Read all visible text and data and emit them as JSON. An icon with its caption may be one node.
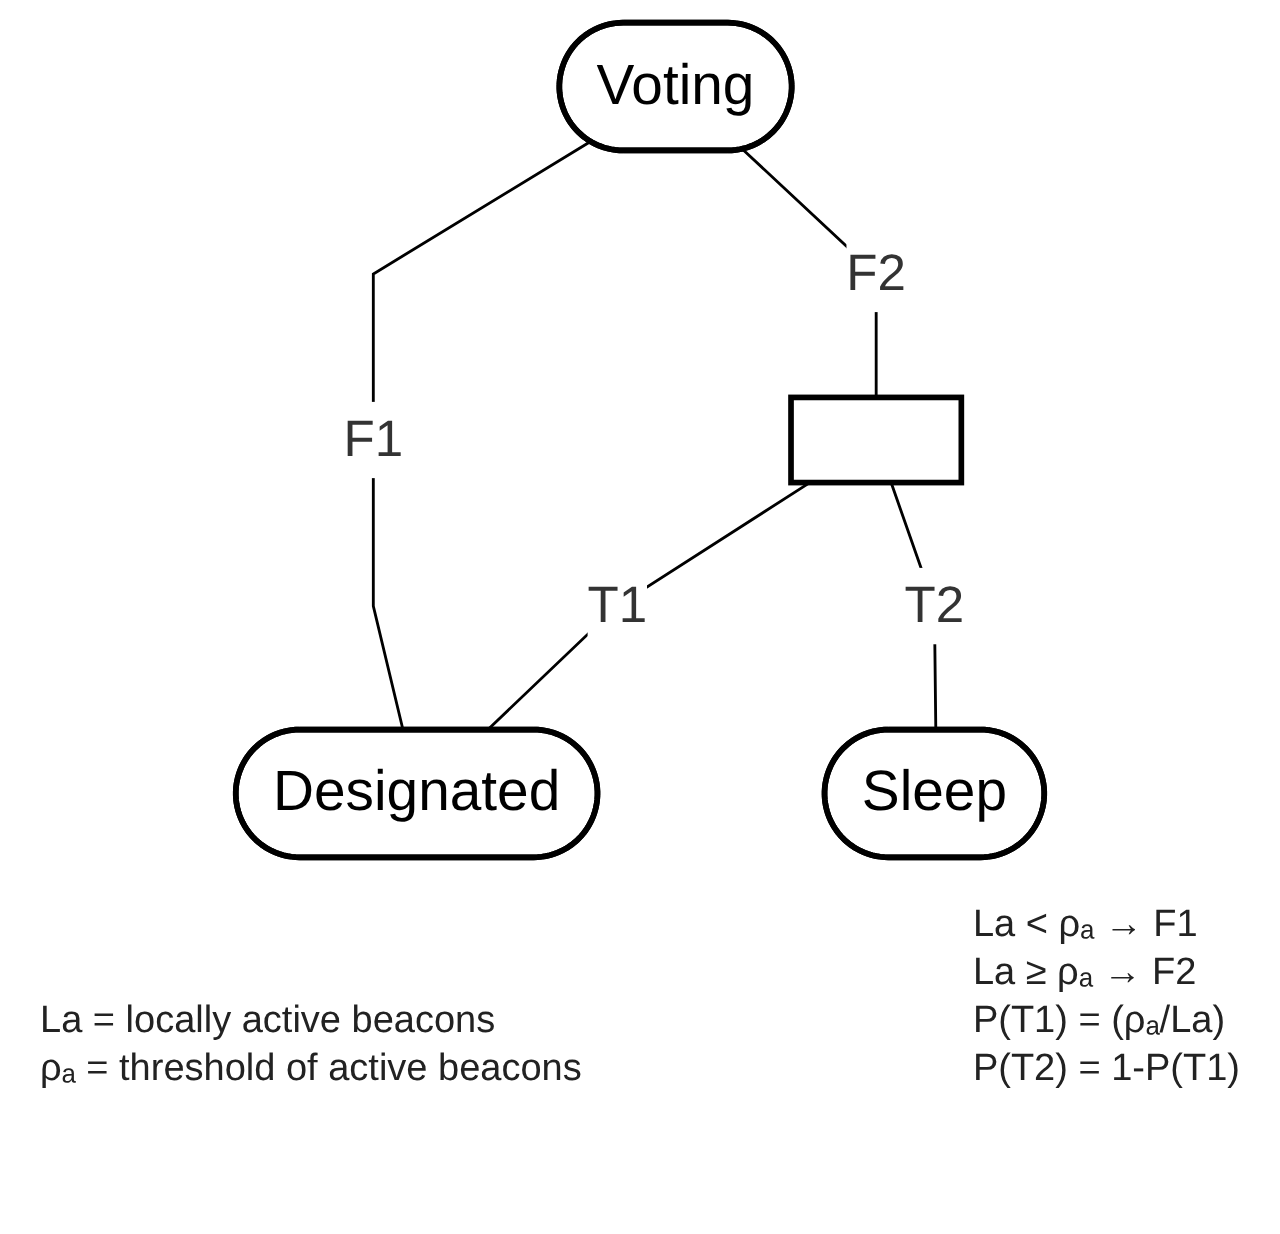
{
  "diagram": {
    "nodes": [
      {
        "text": [
          "Voting"
        ]
      },
      {
        "text": [],
        "shape": "box"
      },
      {
        "text": [
          "Designated"
        ]
      },
      {
        "text": [
          "Sleep"
        ]
      }
    ],
    "edges": [
      {
        "from": 0,
        "to": 2,
        "arrow": "none",
        "label": "F1"
      },
      {
        "from": 0,
        "to": 1,
        "arrow": "none",
        "label": "F2"
      },
      {
        "from": 1,
        "to": 2,
        "arrow": "none",
        "label": "T1"
      },
      {
        "from": 1,
        "to": 3,
        "arrow": "none",
        "label": "T2"
      }
    ],
    "labels": [
      "La = locally active beacons",
      "ρₐ = threshold of active beacons",
      "La < ρₐ → F1",
      "La ≥ ρₐ → F2",
      "P(T1) = (ρₐ/La)",
      "P(T2) = 1-P(T1)"
    ]
  }
}
